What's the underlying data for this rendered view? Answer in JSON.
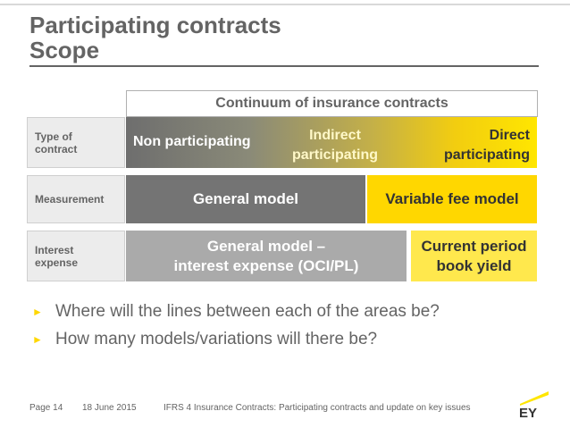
{
  "title": {
    "line1": "Participating contracts",
    "line2": "Scope"
  },
  "continuum": "Continuum of insurance contracts",
  "rows": {
    "type_of_contract": {
      "label_l1": "Type of",
      "label_l2": "contract",
      "non_participating": "Non participating",
      "indirect_l1": "Indirect",
      "indirect_l2": "participating",
      "direct_l1": "Direct",
      "direct_l2": "participating"
    },
    "measurement": {
      "label": "Measurement",
      "general_model": "General model",
      "variable_fee_model": "Variable fee model"
    },
    "interest_expense": {
      "label_l1": "Interest",
      "label_l2": "expense",
      "general_l1": "General model –",
      "general_l2": "interest expense (OCI/PL)",
      "current_l1": "Current period",
      "current_l2": "book yield"
    }
  },
  "bullets": [
    {
      "arrow": "►",
      "text": "Where will the lines between each of the areas be?"
    },
    {
      "arrow": "►",
      "text": "How many models/variations will there be?"
    }
  ],
  "footer": {
    "page": "Page 14",
    "date": "18 June 2015",
    "caption": "IFRS 4 Insurance Contracts: Participating contracts and update on key issues"
  },
  "colors": {
    "ey_yellow": "#ffe600",
    "dark_grey": "#646464",
    "mid_grey": "#747474",
    "light_grey": "#aaaaaa"
  },
  "icons": {
    "logo": "ey-logo-icon"
  }
}
